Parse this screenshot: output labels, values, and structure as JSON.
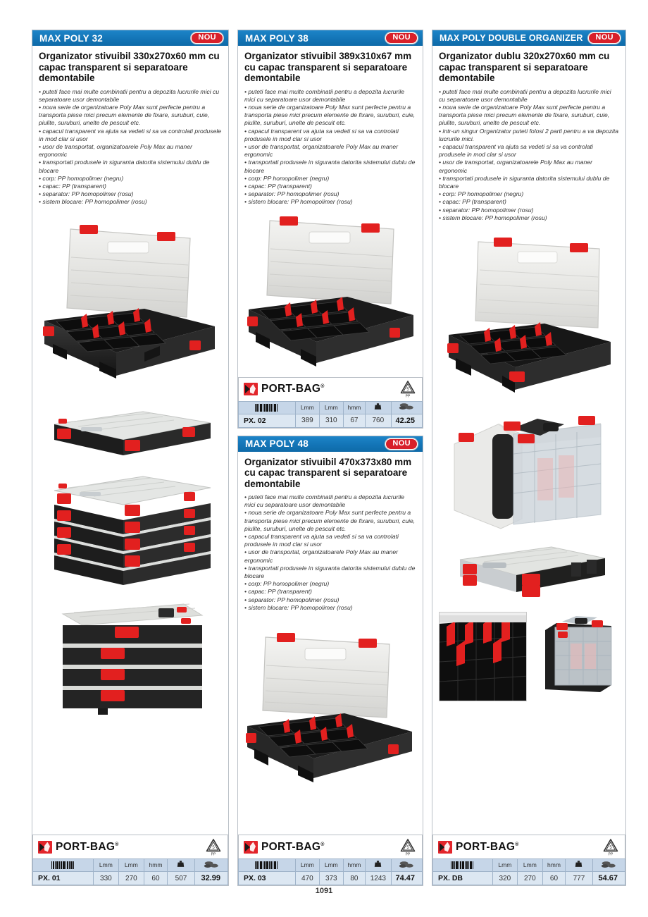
{
  "page": {
    "number": "1091",
    "brand": "PORT-BAG",
    "brand_sup": "®",
    "recycle_code": "5",
    "recycle_material": "PP",
    "badge_new": "NOU"
  },
  "table_headers": {
    "code": "barcode-icon",
    "length": "L",
    "length_unit": "mm",
    "width": "L",
    "width_unit": "mm",
    "height": "h",
    "height_unit": "mm",
    "weight": "weight-icon",
    "price": "price-icon"
  },
  "products": [
    {
      "id": "max-poly-32",
      "header": "MAX POLY 32",
      "title": "Organizator stivuibil 330x270x60 mm cu capac transparent si separatoare demontabile",
      "bullets": [
        "puteti face mai multe combinatii pentru a depozita lucrurile mici cu separatoare usor demontabile",
        "noua serie de organizatoare Poly Max sunt perfecte pentru a transporta piese mici precum elemente de fixare, suruburi, cuie, piulite, suruburi, unelte de pescuit etc.",
        "capacul transparent va ajuta sa vedeti si sa va controlati produsele in mod clar si usor",
        "usor de transportat, organizatoarele Poly Max au maner ergonomic",
        "transportati produsele in siguranta datorita sistemului dublu de blocare",
        "corp: PP homopolimer (negru)",
        "capac: PP (transparent)",
        "separator: PP homopolimer (rosu)",
        "sistem blocare: PP homopolimer (rosu)"
      ],
      "spec": {
        "code": "PX. 01",
        "l1": "330",
        "l2": "270",
        "h": "60",
        "weight": "507",
        "price": "32.99"
      }
    },
    {
      "id": "max-poly-38",
      "header": "MAX POLY 38",
      "title": "Organizator stivuibil 389x310x67 mm cu capac transparent si separatoare demontabile",
      "bullets": [
        "puteti face mai multe combinatii pentru a depozita lucrurile mici cu separatoare usor demontabile",
        "noua serie de organizatoare Poly Max sunt perfecte pentru a transporta piese mici precum elemente de fixare, suruburi, cuie, piulite, suruburi, unelte de pescuit etc.",
        "capacul transparent va ajuta sa vedeti si sa va controlati produsele in mod clar si usor",
        "usor de transportat, organizatoarele Poly Max au maner ergonomic",
        "transportati produsele in siguranta datorita sistemului dublu de blocare",
        "corp: PP homopolimer (negru)",
        "capac: PP (transparent)",
        "separator: PP homopolimer (rosu)",
        "sistem blocare: PP homopolimer (rosu)"
      ],
      "spec": {
        "code": "PX. 02",
        "l1": "389",
        "l2": "310",
        "h": "67",
        "weight": "760",
        "price": "42.25"
      }
    },
    {
      "id": "max-poly-48",
      "header": "MAX POLY 48",
      "title": "Organizator stivuibil 470x373x80 mm cu capac transparent si separatoare demontabile",
      "bullets": [
        "puteti face mai multe combinatii pentru a depozita lucrurile mici cu separatoare usor demontabile",
        "noua serie de organizatoare Poly Max sunt perfecte pentru a transporta piese mici precum elemente de fixare, suruburi, cuie, piulite, suruburi, unelte de pescuit etc.",
        "capacul transparent va ajuta sa vedeti si sa va controlati produsele in mod clar si usor",
        "usor de transportat, organizatoarele Poly Max au maner ergonomic",
        "transportati produsele in siguranta datorita sistemului dublu de blocare",
        "corp: PP homopolimer (negru)",
        "capac: PP (transparent)",
        "separator: PP homopolimer (rosu)",
        "sistem blocare: PP homopolimer (rosu)"
      ],
      "spec": {
        "code": "PX. 03",
        "l1": "470",
        "l2": "373",
        "h": "80",
        "weight": "1243",
        "price": "74.47"
      }
    },
    {
      "id": "max-poly-double-organizer",
      "header": "MAX POLY DOUBLE ORGANIZER",
      "title": "Organizator dublu 320x270x60 mm cu capac transparent si separatoare demontabile",
      "bullets": [
        "puteti face mai multe combinatii pentru a depozita lucrurile mici cu separatoare usor demontabile",
        "noua serie de organizatoare Poly Max sunt perfecte pentru a transporta piese mici precum elemente de fixare, suruburi, cuie, piulite, suruburi, unelte de pescuit etc.",
        "intr-un singur Organizator puteti folosi 2 parti pentru a va depozita lucrurile mici.",
        "capacul transparent va ajuta sa vedeti si sa va controlati produsele in mod clar si usor",
        "usor de transportat, organizatoarele Poly Max au maner ergonomic",
        "transportati produsele in siguranta datorita sistemului dublu de blocare",
        "corp: PP homopolimer (negru)",
        "capac: PP (transparent)",
        "separator: PP homopolimer (rosu)",
        "sistem blocare: PP homopolimer (rosu)"
      ],
      "spec": {
        "code": "PX. DB",
        "l1": "320",
        "l2": "270",
        "h": "60",
        "weight": "777",
        "price": "54.67"
      }
    }
  ],
  "colors": {
    "header_blue": "#1476b8",
    "badge_red": "#d8202a",
    "table_header": "#c6d6e8",
    "table_row": "#dce7f2",
    "body_black": "#242424",
    "divider_red": "#e2252b"
  }
}
